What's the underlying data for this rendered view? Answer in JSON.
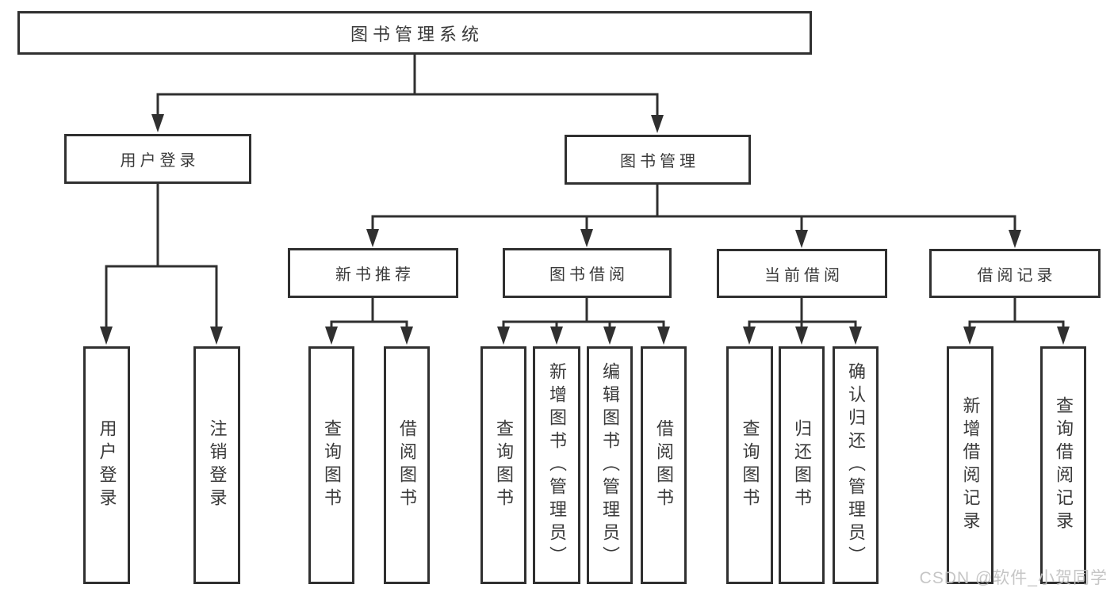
{
  "diagram": {
    "root": {
      "label": "图书管理系统"
    },
    "level2": [
      {
        "label": "用户登录"
      },
      {
        "label": "图书管理"
      }
    ],
    "level3": [
      {
        "label": "新书推荐"
      },
      {
        "label": "图书借阅"
      },
      {
        "label": "当前借阅"
      },
      {
        "label": "借阅记录"
      }
    ],
    "leaves": {
      "login": [
        {
          "label": "用户登录"
        },
        {
          "label": "注销登录"
        }
      ],
      "newbook": [
        {
          "label": "查询图书"
        },
        {
          "label": "借阅图书"
        }
      ],
      "borrow": [
        {
          "label": "查询图书"
        },
        {
          "label": "新增图书（管理员）"
        },
        {
          "label": "编辑图书（管理员）"
        },
        {
          "label": "借阅图书"
        }
      ],
      "current": [
        {
          "label": "查询图书"
        },
        {
          "label": "归还图书"
        },
        {
          "label": "确认归还（管理员）"
        }
      ],
      "records": [
        {
          "label": "新增借阅记录"
        },
        {
          "label": "查询借阅记录"
        }
      ]
    }
  },
  "watermark": {
    "text": "CSDN @软件_小贺同学"
  },
  "colors": {
    "line": "#303030",
    "text": "#3a3a3a",
    "watermark": "#c2c2c2",
    "background": "#ffffff"
  }
}
